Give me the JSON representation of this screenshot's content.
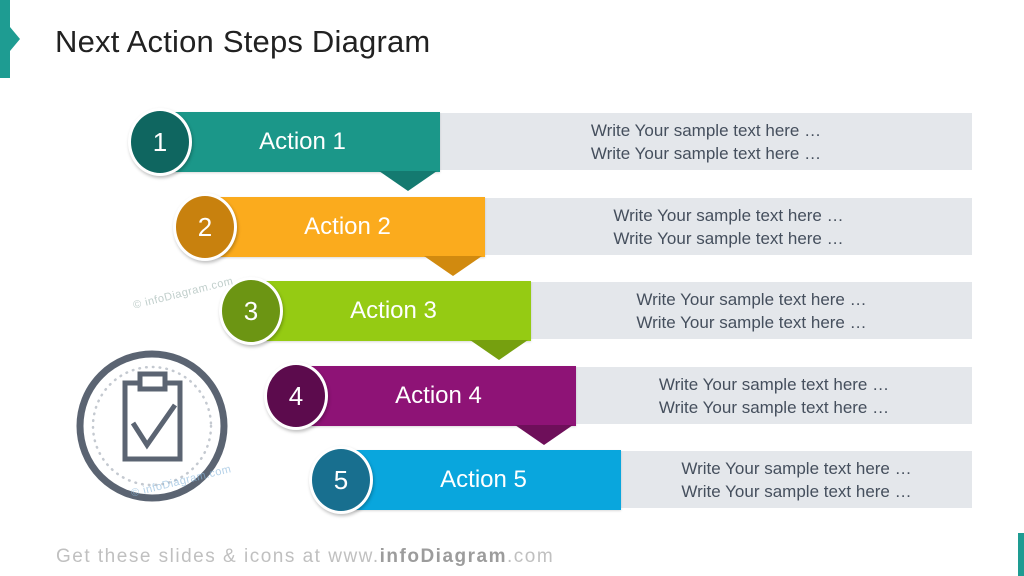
{
  "slide": {
    "title": "Next Action Steps Diagram",
    "footer": {
      "prefix": "Get these slides & icons at www.",
      "brand": "infoDiagram",
      "suffix": ".com"
    },
    "watermark": "© infoDiagram.com"
  },
  "steps": [
    {
      "number": "1",
      "label": "Action 1",
      "lines": [
        "Write Your sample text here …",
        "Write Your sample text here …"
      ],
      "colors": {
        "banner": "#1B9789",
        "circle": "#0F6660",
        "arrow": "#147A70"
      }
    },
    {
      "number": "2",
      "label": "Action 2",
      "lines": [
        "Write Your sample text here …",
        "Write Your sample text here …"
      ],
      "colors": {
        "banner": "#FBAB1D",
        "circle": "#C8810E",
        "arrow": "#D18A0F"
      }
    },
    {
      "number": "3",
      "label": "Action 3",
      "lines": [
        "Write Your sample text here …",
        "Write Your sample text here …"
      ],
      "colors": {
        "banner": "#95CB13",
        "circle": "#6C9513",
        "arrow": "#76A00F"
      }
    },
    {
      "number": "4",
      "label": "Action 4",
      "lines": [
        "Write Your sample text here …",
        "Write Your sample text here …"
      ],
      "colors": {
        "banner": "#8E1376",
        "circle": "#5C0B4D",
        "arrow": "#6E0F5A"
      }
    },
    {
      "number": "5",
      "label": "Action 5",
      "lines": [
        "Write Your sample text here …",
        "Write Your sample text here …"
      ],
      "colors": {
        "banner": "#09A6DD",
        "circle": "#186F8F",
        "arrow": null
      }
    }
  ],
  "colors": {
    "accent_teal": "#1E9C92",
    "textbox_bg": "#E4E7EB",
    "textbox_text": "#454F5D",
    "title_text": "#212121",
    "footer_text": "#C0C0C0",
    "footer_brand": "#9C9C9C",
    "icon_stroke": "#5B6472"
  },
  "icons": {
    "badge": "clipboard-check-icon",
    "accent": "chevron-right-accent"
  }
}
